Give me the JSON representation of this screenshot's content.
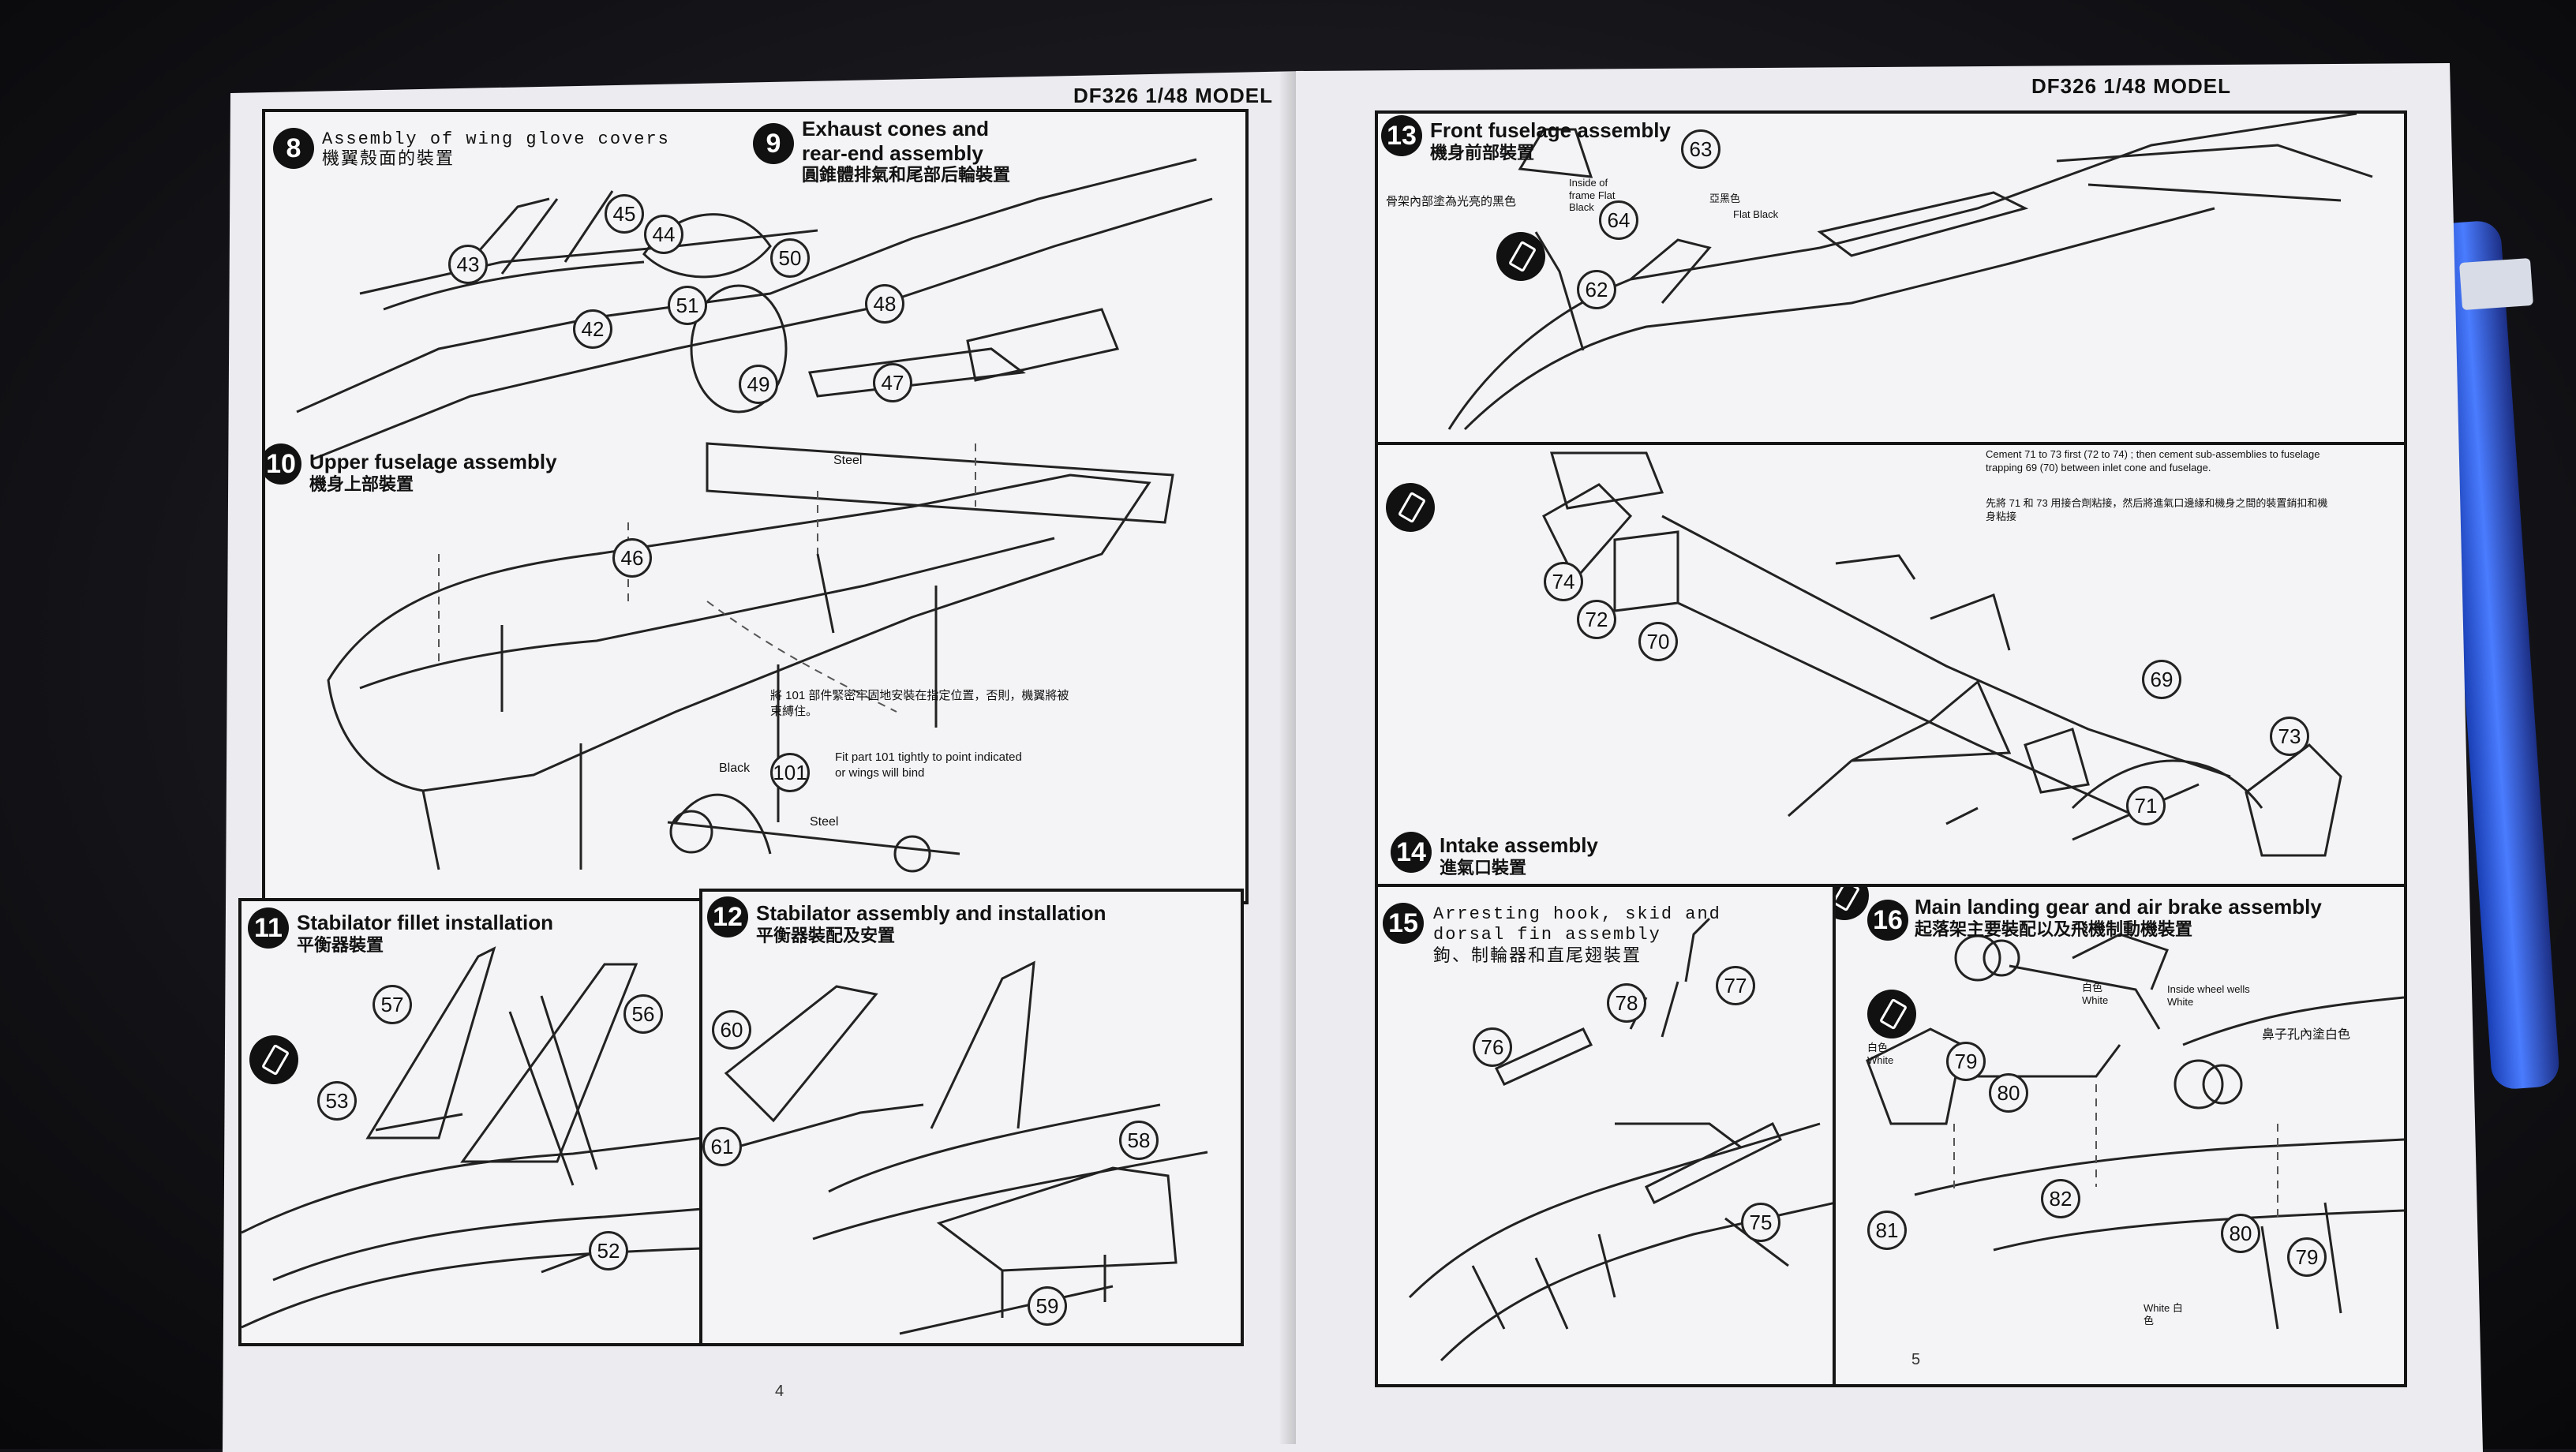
{
  "left_page": {
    "header": "DF326 1/48 MODEL",
    "page_number": "4",
    "steps": [
      {
        "number": "8",
        "title": "Assembly of wing glove covers",
        "title_zh": "機翼殼面的裝置",
        "parts": [
          "43",
          "45",
          "44",
          "42"
        ]
      },
      {
        "number": "9",
        "title": "Exhaust cones and rear-end assembly",
        "title_zh": "圓錐體排氣和尾部后輪裝置",
        "parts": [
          "50",
          "51",
          "48",
          "49",
          "47"
        ],
        "labels": [
          "Steel"
        ]
      },
      {
        "number": "10",
        "title": "Upper fuselage assembly",
        "title_zh": "機身上部裝置",
        "parts": [
          "46",
          "101"
        ],
        "labels": [
          "Black",
          "Steel"
        ],
        "note_zh": "將 101 部件緊密牢固地安裝在指定位置，否則，機翼將被束縛住。",
        "note_en": "Fit part 101 tightly to point indicated or wings will bind"
      },
      {
        "number": "11",
        "title": "Stabilator fillet installation",
        "title_zh": "平衡器裝置",
        "parts": [
          "57",
          "56",
          "53",
          "52"
        ]
      },
      {
        "number": "12",
        "title": "Stabilator assembly and installation",
        "title_zh": "平衡器裝配及安置",
        "parts": [
          "60",
          "61",
          "58",
          "59"
        ]
      }
    ]
  },
  "right_page": {
    "header": "DF326 1/48 MODEL",
    "page_number": "5",
    "steps": [
      {
        "number": "13",
        "title": "Front fuselage assembly",
        "title_zh": "機身前部裝置",
        "parts": [
          "63",
          "64",
          "62"
        ],
        "labels": [
          "Inside of frame Flat Black",
          "Flat Black",
          "亞黑色"
        ],
        "note_zh": "骨架內部塗為光亮的黑色"
      },
      {
        "number": "14",
        "title": "Intake assembly",
        "title_zh": "進氣口裝置",
        "parts": [
          "74",
          "72",
          "70",
          "69",
          "73",
          "71"
        ],
        "note_en": "Cement 71 to 73 first (72 to 74) ; then cement sub-assemblies to fuselage trapping 69 (70) between inlet cone and fuselage.",
        "note_zh": "先將 71 和 73 用接合劑粘接，然后將進氣口邊緣和機身之間的裝置銷扣和機身粘接"
      },
      {
        "number": "15",
        "title": "Arresting hook, skid and dorsal fin assembly",
        "title_zh": "鉤、制輪器和直尾翅裝置",
        "parts": [
          "78",
          "77",
          "76",
          "75"
        ]
      },
      {
        "number": "16",
        "title": "Main landing gear and air brake assembly",
        "title_zh": "起落架主要裝配以及飛機制動機裝置",
        "parts": [
          "79",
          "80",
          "82",
          "81",
          "80",
          "79"
        ],
        "labels": [
          "白色 White",
          "白色 White",
          "Inside wheel wells White",
          "鼻子孔內塗白色",
          "White 白色"
        ]
      }
    ]
  }
}
